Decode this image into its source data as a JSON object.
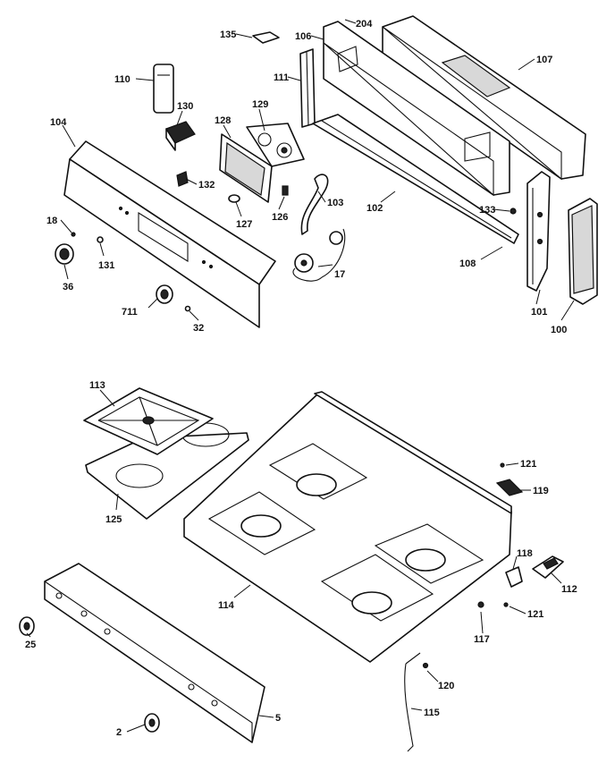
{
  "callouts": {
    "c204": "204",
    "c135": "135",
    "c106": "106",
    "c107": "107",
    "c110": "110",
    "c111": "111",
    "c130": "130",
    "c128a": "128",
    "c129": "129",
    "c104": "104",
    "c132": "132",
    "c133": "133",
    "c127": "127",
    "c126": "126",
    "c103": "103",
    "c102": "102",
    "c18": "18",
    "c131": "131",
    "c36": "36",
    "c108": "108",
    "c17": "17",
    "c101": "101",
    "c100": "100",
    "c711": "711",
    "c32": "32",
    "c113": "113",
    "c121a": "121",
    "c119": "119",
    "c125": "125",
    "c118": "118",
    "c112": "112",
    "c114": "114",
    "c121b": "121",
    "c117": "117",
    "c25": "25",
    "c120": "120",
    "c115": "115",
    "c2": "2",
    "c5": "5"
  }
}
